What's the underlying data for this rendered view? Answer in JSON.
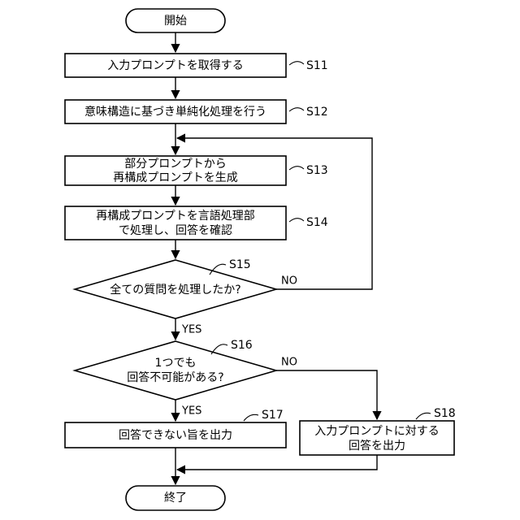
{
  "flowchart": {
    "start": "開始",
    "end": "終了",
    "steps": {
      "s11": {
        "label": "S11",
        "lines": [
          "入力プロンプトを取得する"
        ]
      },
      "s12": {
        "label": "S12",
        "lines": [
          "意味構造に基づき単純化処理を行う"
        ]
      },
      "s13": {
        "label": "S13",
        "lines": [
          "部分プロンプトから",
          "再構成プロンプトを生成"
        ]
      },
      "s14": {
        "label": "S14",
        "lines": [
          "再構成プロンプトを言語処理部",
          "で処理し、回答を確認"
        ]
      },
      "s15": {
        "label": "S15",
        "lines": [
          "全ての質問を処理したか?"
        ]
      },
      "s16": {
        "label": "S16",
        "lines": [
          "1つでも",
          "回答不可能がある?"
        ]
      },
      "s17": {
        "label": "S17",
        "lines": [
          "回答できない旨を出力"
        ]
      },
      "s18": {
        "label": "S18",
        "lines": [
          "入力プロンプトに対する",
          "回答を出力"
        ]
      }
    },
    "branches": {
      "s15_no": "NO",
      "s15_yes": "YES",
      "s16_no": "NO",
      "s16_yes": "YES"
    }
  }
}
